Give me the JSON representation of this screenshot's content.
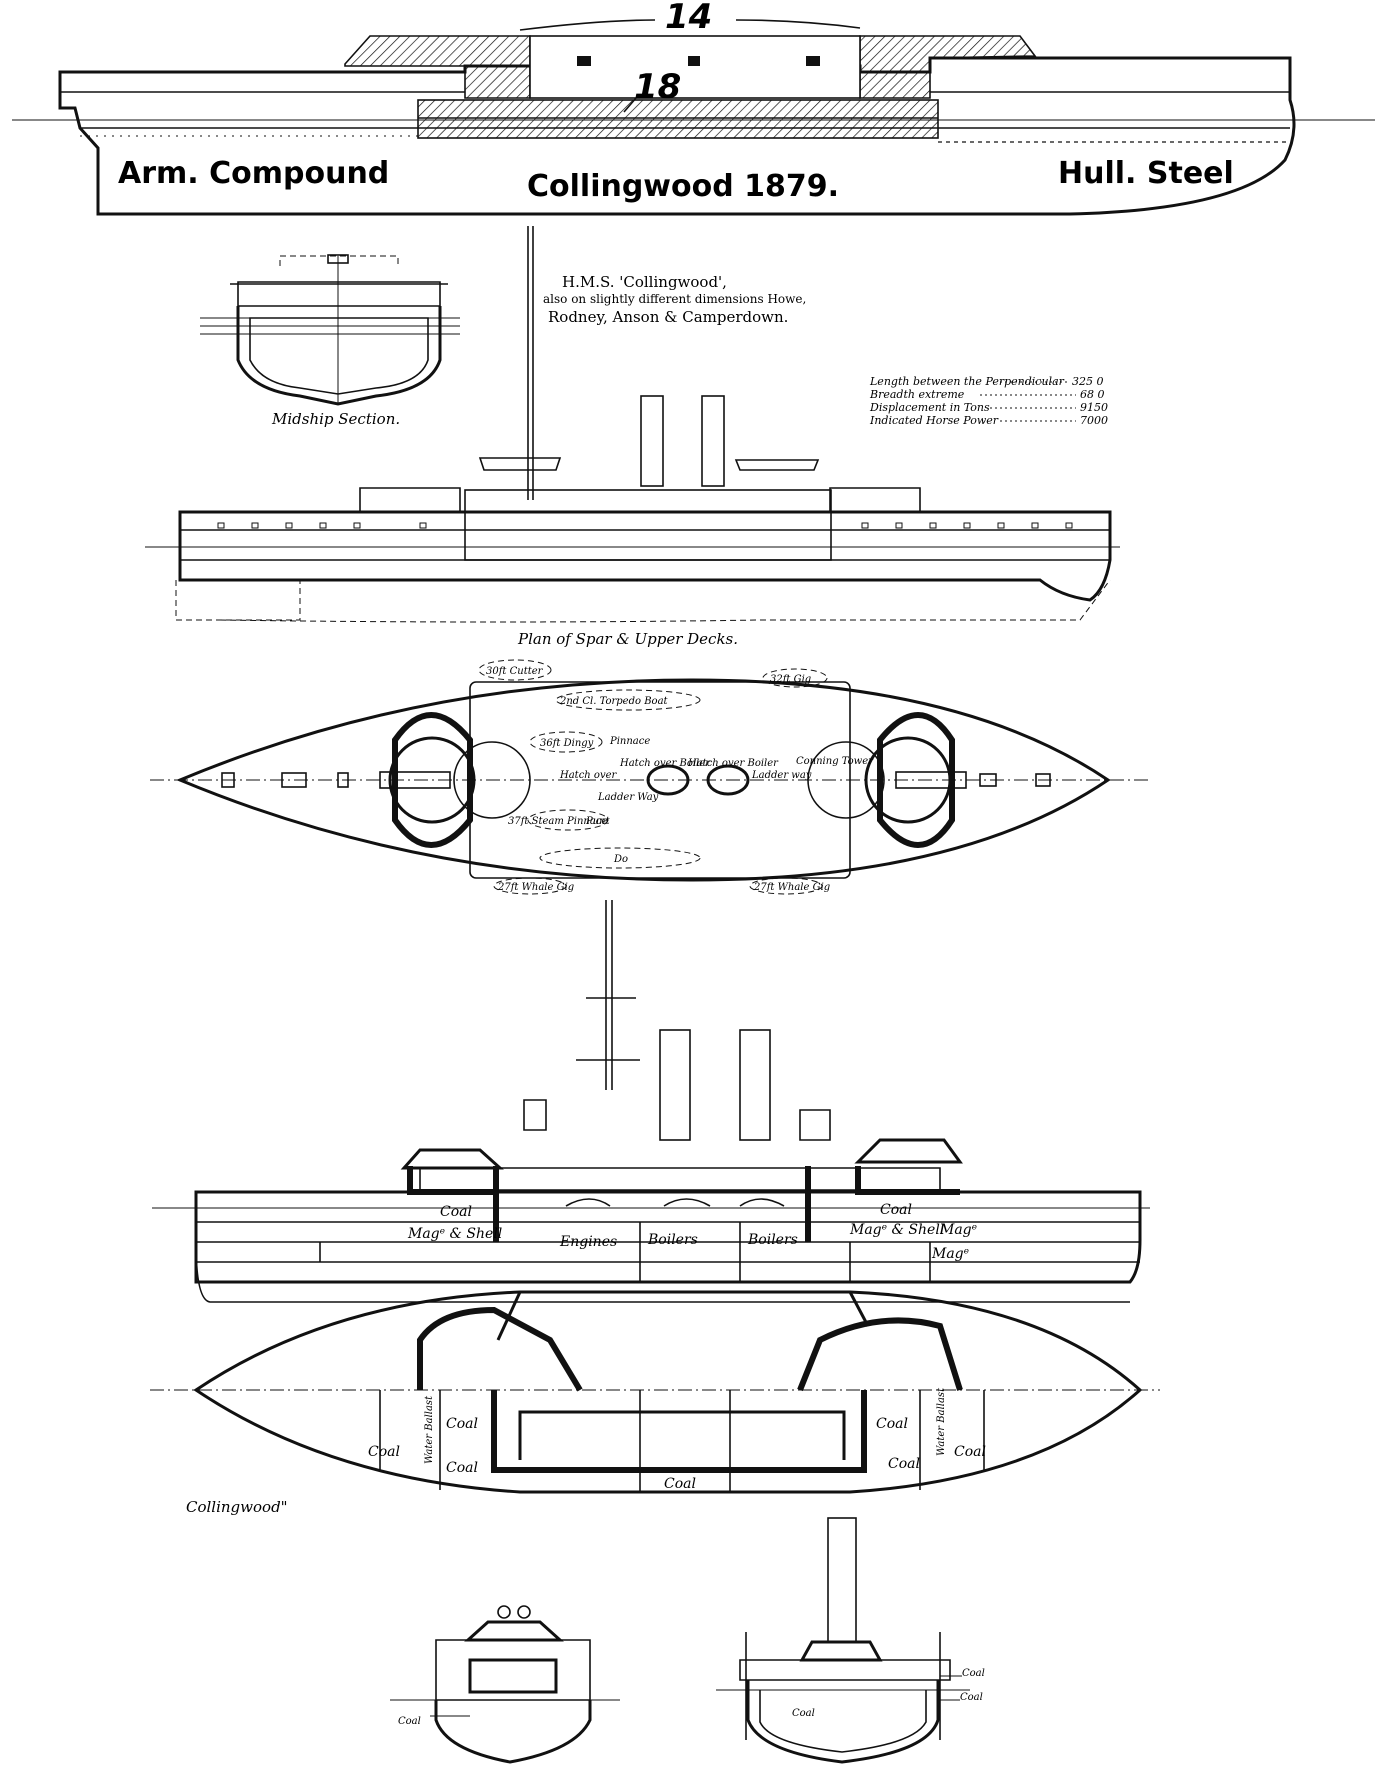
{
  "armour_profile": {
    "top_thickness": "14",
    "belt_thickness": "18",
    "left_label": "Arm. Compound",
    "center_label": "Collingwood 1879.",
    "right_label": "Hull. Steel"
  },
  "heading": {
    "line1": "H.M.S. 'Collingwood',",
    "line2": "also on slightly different dimensions Howe,",
    "line3": "Rodney, Anson & Camperdown."
  },
  "particulars": [
    {
      "label": "Length between the Perpendicular",
      "value": "325  0"
    },
    {
      "label": "Breadth extreme",
      "value": "68  0"
    },
    {
      "label": "Displacement in Tons",
      "value": "9150"
    },
    {
      "label": "Indicated Horse Power",
      "value": "7000"
    }
  ],
  "midship_caption": "Midship Section.",
  "deck_plan": {
    "title": "Plan of Spar & Upper Decks.",
    "boats": {
      "cutter": "30ft Cutter",
      "gig": "32ft Gig",
      "torpedo_boat": "2nd Cl. Torpedo Boat",
      "dingy": "36ft Dingy",
      "pinnace": "Pinnace",
      "steam_pinnace": "37ft Steam Pinnace",
      "punt": "Punt",
      "ditto": "Do",
      "whale_gig_left": "27ft Whale Gig",
      "whale_gig_right": "27ft Whale Gig"
    },
    "fittings": {
      "hatch_over_boiler_1": "Hatch over Boiler",
      "hatch_over_boiler_2": "Hatch over Boiler",
      "ladder_way_left": "Ladder Way",
      "ladder_way_right": "Ladder way",
      "hatch_small": "Hatch over",
      "conning_tower": "Conning Tower"
    }
  },
  "inboard_profile": {
    "coal": "Coal",
    "coal_aft": "Coal",
    "mag_shell_fwd": "Magᵉ & Shell",
    "engines": "Engines",
    "boilers_1": "Boilers",
    "boilers_2": "Boilers",
    "mag_shell_aft": "Magᵉ & Shell",
    "mag_1": "Magᵉ",
    "mag_2": "Magᵉ"
  },
  "lower_plan": {
    "coal_1": "Coal",
    "coal_2": "Coal",
    "coal_3": "Coal",
    "coal_4": "Coal",
    "coal_5": "Coal",
    "coal_6": "Coal",
    "coal_7": "Coal",
    "water_ballast_1": "Water Ballast",
    "water_ballast_2": "Water Ballast"
  },
  "signature": "Collingwood\"",
  "sections": {
    "coal_left": "Coal",
    "coal_right_1": "Coal",
    "coal_right_2": "Coal",
    "coal_right_3": "Coal"
  }
}
